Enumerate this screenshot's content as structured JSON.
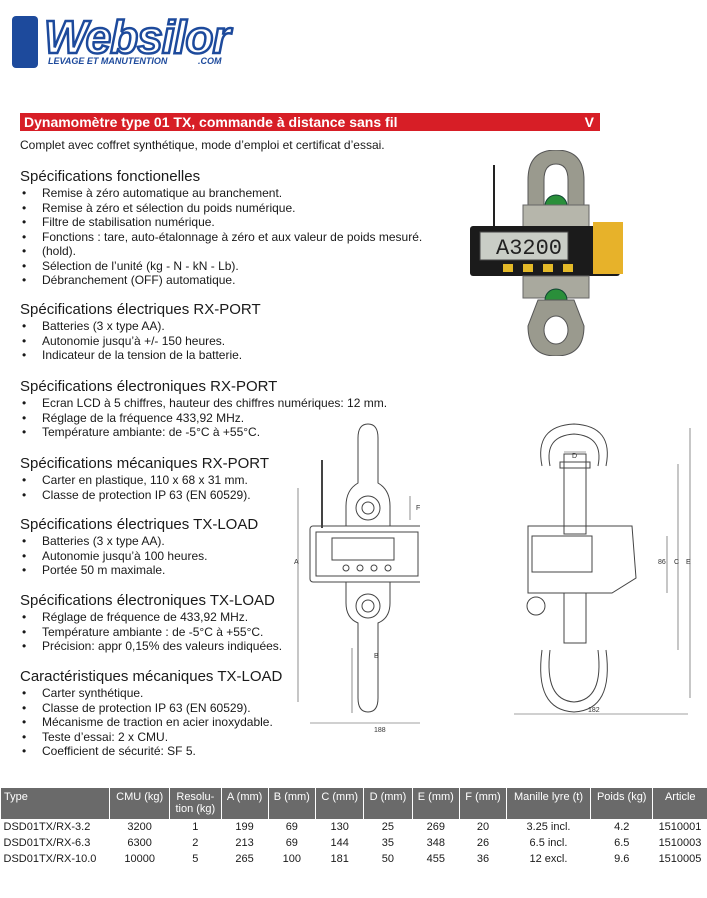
{
  "logo": {
    "brand": "Websilor",
    "tagline": "LEVAGE ET MANUTENTION",
    "domain": ".COM"
  },
  "header": {
    "title": "Dynamomètre type 01 TX, commande à distance sans fil",
    "marker": "V"
  },
  "intro": "Complet avec coffret synthétique, mode d’emploi et certificat d’essai.",
  "sections": [
    {
      "title": "Spécifications fonctionelles",
      "items": [
        "Remise à zéro automatique au branchement.",
        "Remise à zéro et sélection du poids numérique.",
        "Filtre de stabilisation numérique.",
        "Fonctions : tare, auto-étalonnage à zéro et aux valeur de poids mesuré.",
        "(hold).",
        "Sélection de l’unité (kg - N - kN - Lb).",
        "Débranchement (OFF) automatique."
      ]
    },
    {
      "title": "Spécifications électriques RX-PORT",
      "items": [
        "Batteries (3 x type AA).",
        "Autonomie jusqu’à +/- 150 heures.",
        "Indicateur de la tension de la batterie."
      ]
    },
    {
      "title": "Spécifications électroniques RX-PORT",
      "items": [
        "Ecran LCD à 5 chiffres, hauteur des chiffres numériques: 12 mm.",
        "Réglage de la fréquence 433,92 MHz.",
        "Température ambiante: de -5°C à +55°C."
      ]
    },
    {
      "title": "Spécifications mécaniques RX-PORT",
      "items": [
        "Carter en plastique, 110 x 68 x 31 mm.",
        "Classe de protection IP 63 (EN 60529)."
      ]
    },
    {
      "title": "Spécifications électriques TX-LOAD",
      "items": [
        "Batteries (3 x type AA).",
        "Autonomie jusqu’à 100 heures.",
        "Portée 50 m maximale."
      ]
    },
    {
      "title": "Spécifications électroniques TX-LOAD",
      "items": [
        "Réglage de fréquence de 433,92 MHz.",
        "Température ambiante : de -5°C à +55°C.",
        "Précision: appr 0,15% des valeurs indiquées."
      ]
    },
    {
      "title": "Caractéristiques mécaniques TX-LOAD",
      "items": [
        "Carter synthétique.",
        "Classe de protection IP 63 (EN 60529).",
        "Mécanisme de traction en acier inoxydable.",
        "Teste d’essai: 2 x CMU.",
        "Coefficient de sécurité: SF 5."
      ]
    }
  ],
  "product_photo": {
    "display": "3200",
    "display_prefix": "A"
  },
  "drawing_front": {
    "labels": {
      "A": "A",
      "B": "B",
      "F": "F",
      "width": "188"
    }
  },
  "drawing_side": {
    "labels": {
      "D": "D",
      "h86": "86",
      "C": "C",
      "E": "E",
      "width": "182"
    }
  },
  "table": {
    "headers": [
      "Type",
      "CMU (kg)",
      "Resolu-\ntion (kg)",
      "A (mm)",
      "B (mm)",
      "C (mm)",
      "D (mm)",
      "E (mm)",
      "F (mm)",
      "Manille lyre (t)",
      "Poids (kg)",
      "Article"
    ],
    "rows": [
      [
        "DSD01TX/RX-3.2",
        "3200",
        "1",
        "199",
        "69",
        "130",
        "25",
        "269",
        "20",
        "3.25 incl.",
        "4.2",
        "1510001"
      ],
      [
        "DSD01TX/RX-6.3",
        "6300",
        "2",
        "213",
        "69",
        "144",
        "35",
        "348",
        "26",
        "6.5 incl.",
        "6.5",
        "1510003"
      ],
      [
        "DSD01TX/RX-10.0",
        "10000",
        "5",
        "265",
        "100",
        "181",
        "50",
        "455",
        "36",
        "12 excl.",
        "9.6",
        "1510005"
      ]
    ]
  },
  "colors": {
    "accent": "#d71e26",
    "brand": "#1d4a9c",
    "table_header": "#6a6a6a"
  }
}
